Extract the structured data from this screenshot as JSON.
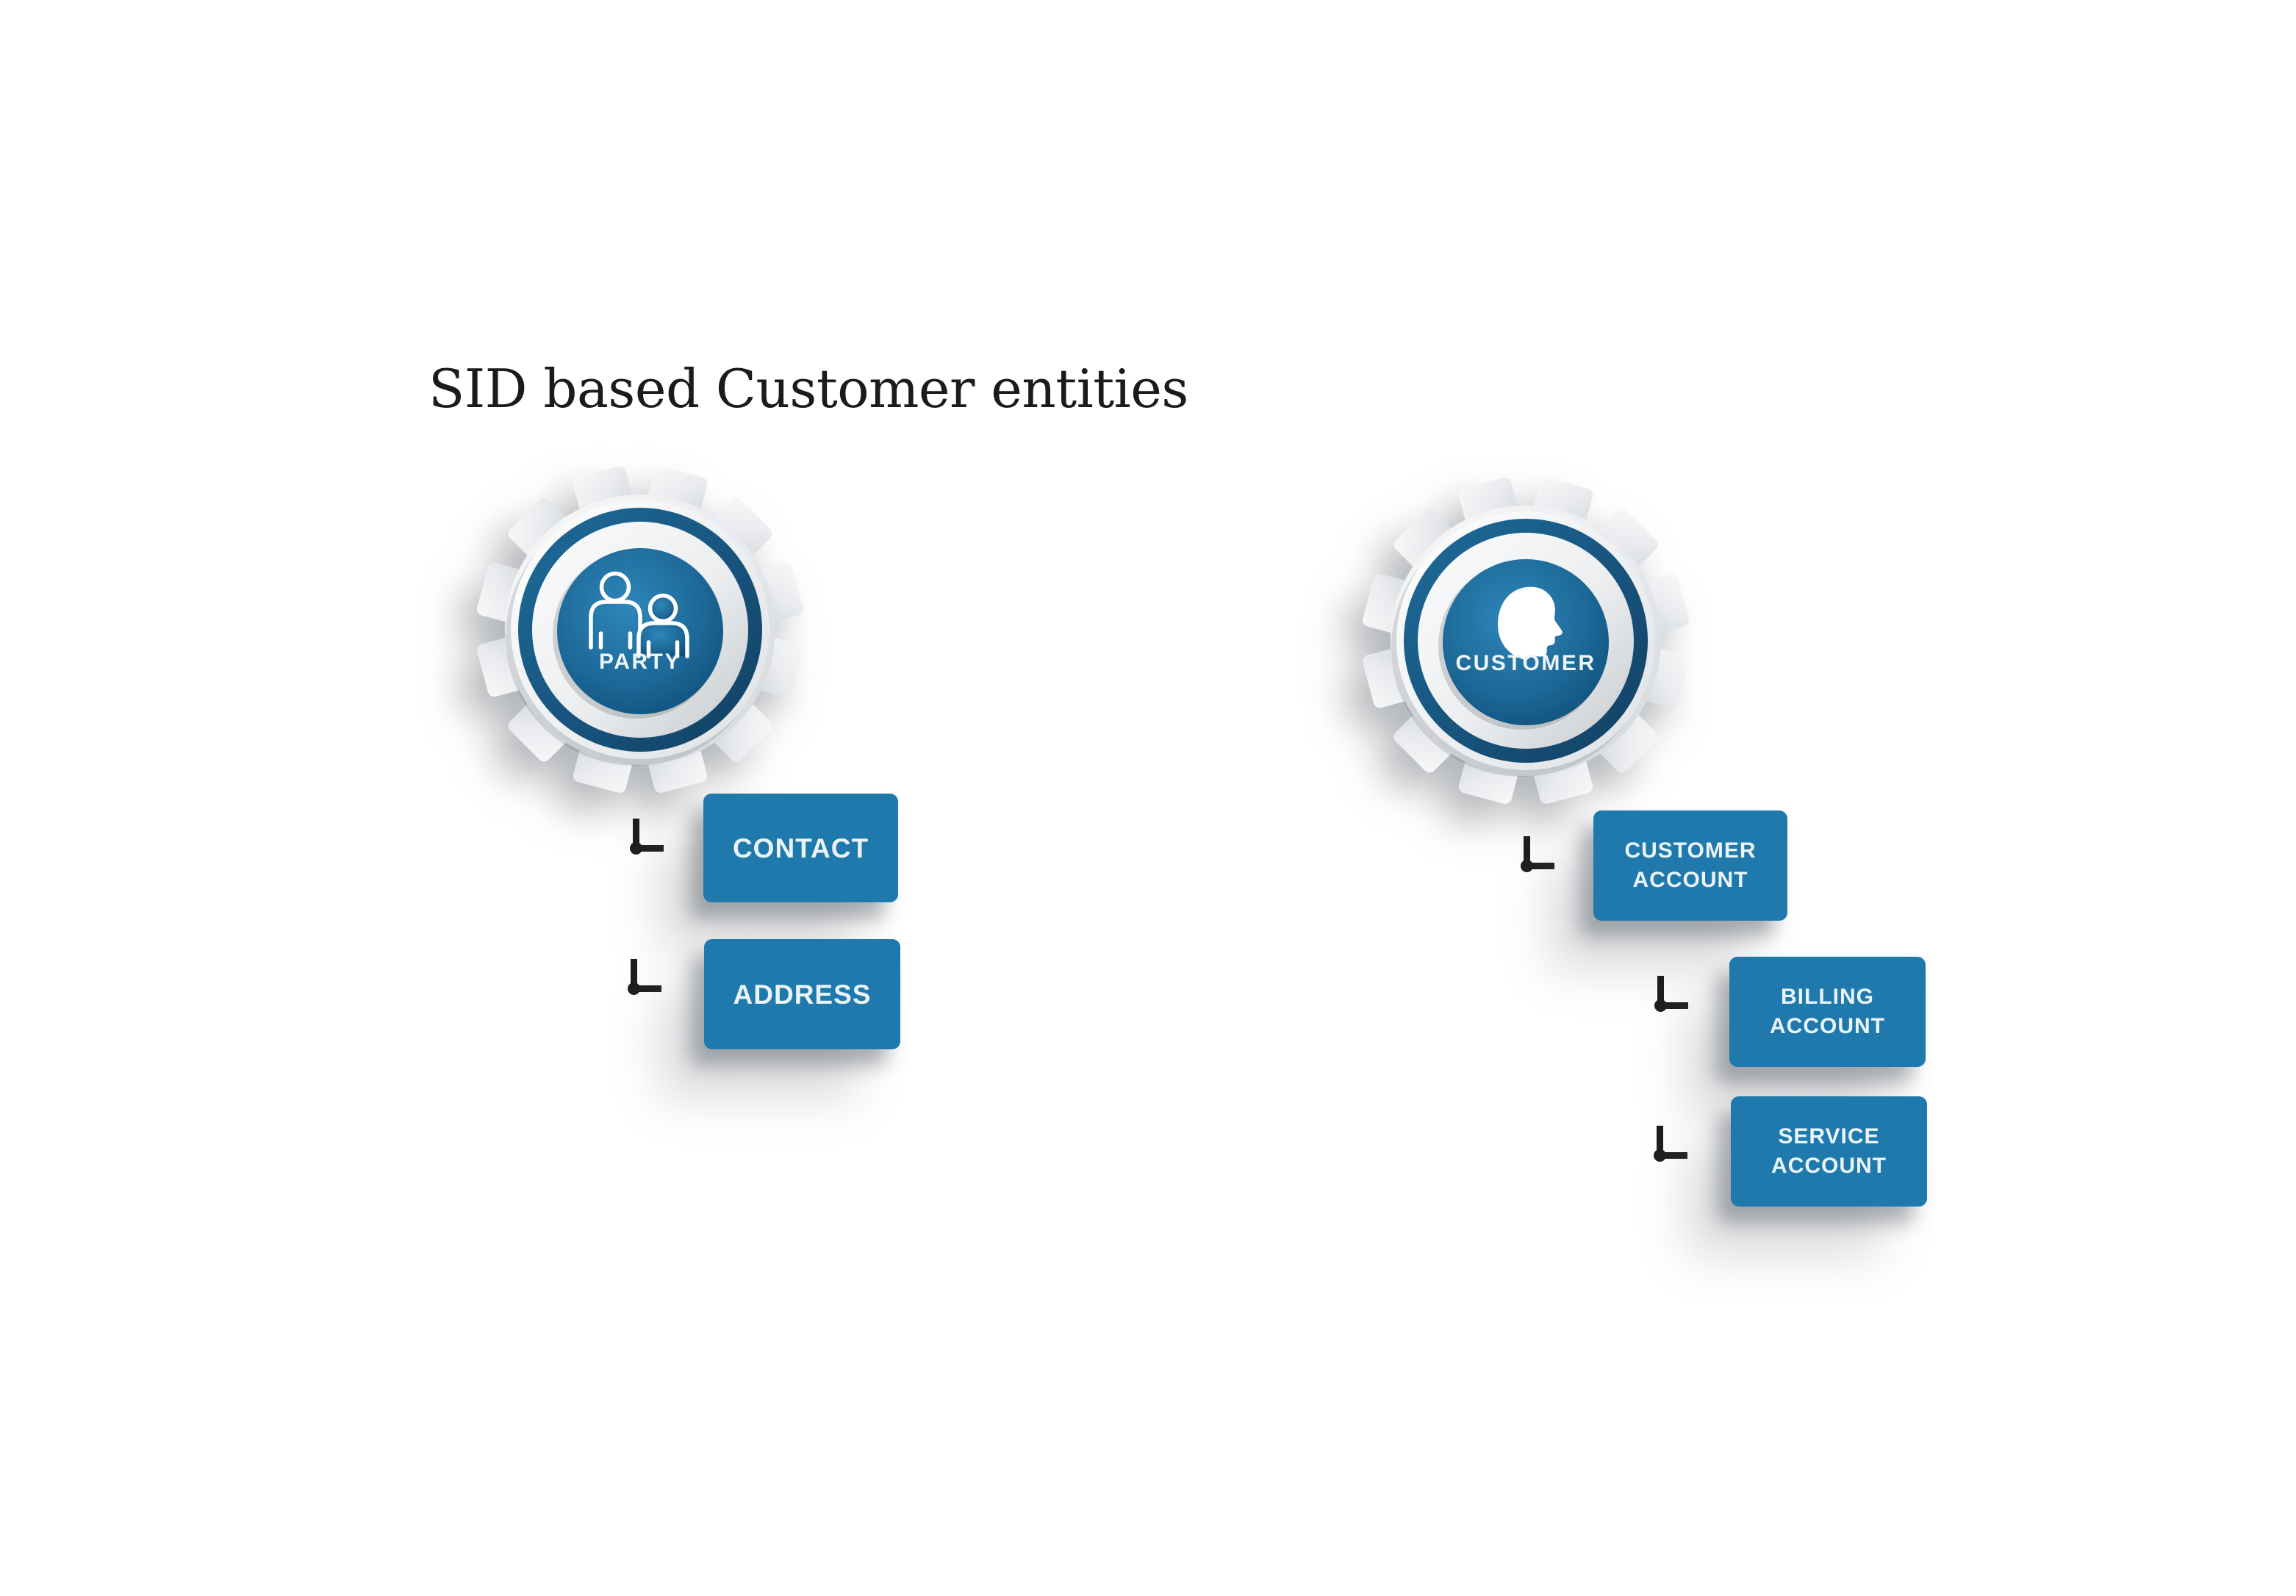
{
  "title": "SID based Customer entities",
  "colors": {
    "background": "#ffffff",
    "title_text": "#1b1b1b",
    "node_blue": "#1f79ac",
    "node_label_text": "#eaf4fa",
    "hub_ring_blue": "#17587f",
    "hub_disc_gradient_start": "#2f86ba",
    "hub_disc_gradient_end": "#0d4a75",
    "gear_light_gray": "#e9ebee",
    "connector_dark": "#1d1d1d"
  },
  "groups": {
    "party": {
      "hub": {
        "label": "PARTY",
        "icon": "people-icon"
      },
      "children": [
        {
          "label": "CONTACT"
        },
        {
          "label": "ADDRESS"
        }
      ]
    },
    "customer": {
      "hub": {
        "label": "CUSTOMER",
        "icon": "head-icon"
      },
      "children": [
        {
          "label": "CUSTOMER ACCOUNT"
        },
        {
          "label": "BILLING ACCOUNT"
        },
        {
          "label": "SERVICE ACCOUNT"
        }
      ]
    }
  }
}
